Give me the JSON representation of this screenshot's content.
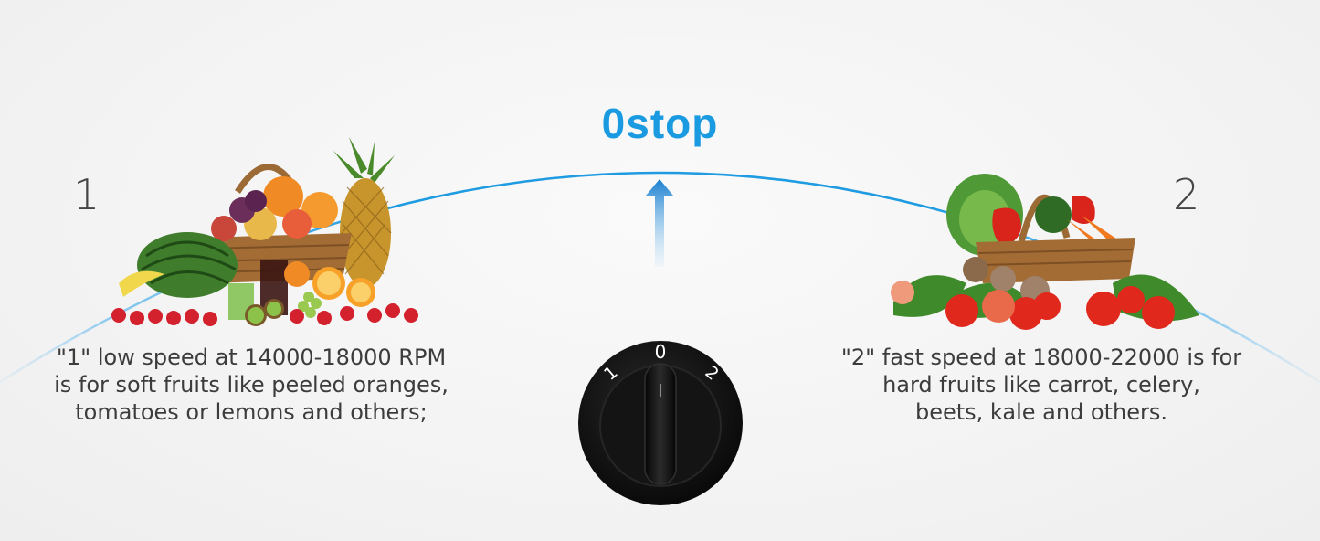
{
  "title": "0stop",
  "left": {
    "number": "1",
    "lines": [
      "\"1\" low speed at 14000-18000 RPM",
      "is for soft fruits like peeled oranges,",
      "tomatoes or lemons and others;"
    ]
  },
  "right": {
    "number": "2",
    "lines": [
      "\"2\" fast speed at 18000-22000 is for",
      "hard fruits like carrot, celery,",
      "beets, kale and others."
    ]
  },
  "knob": {
    "labels": [
      "1",
      "0",
      "2"
    ]
  },
  "colors": {
    "accent": "#1a9ae0",
    "text": "#3c3c3c",
    "knob": "#0e0e0e"
  }
}
